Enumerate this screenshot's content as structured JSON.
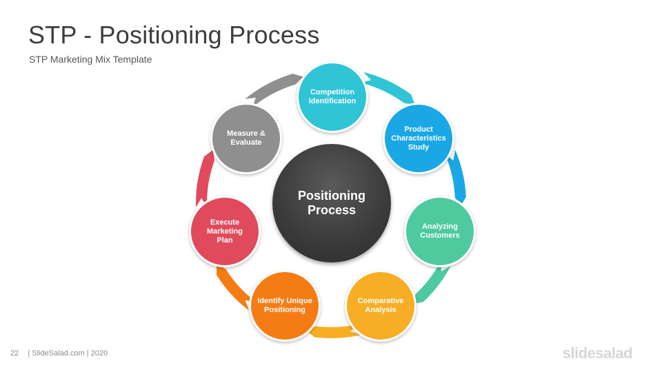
{
  "title": "STP - Positioning Process",
  "subtitle": "STP Marketing Mix Template",
  "footer": {
    "page": "22",
    "text": "| SlideSalad.com | 2020"
  },
  "brand": "slidesalad",
  "center": {
    "label": "Positioning\nProcess",
    "color": "#3a3a3a"
  },
  "steps": [
    {
      "label": "Competition\nIdentification",
      "color": "#2fc4d6"
    },
    {
      "label": "Product\nCharacteristics\nStudy",
      "color": "#1aa7e6"
    },
    {
      "label": "Analyzing\nCustomers",
      "color": "#4fc99e"
    },
    {
      "label": "Comparative\nAnalysis",
      "color": "#f7ae24"
    },
    {
      "label": "Identify Unique\nPositioning",
      "color": "#f57c14"
    },
    {
      "label": "Execute\nMarketing\nPlan",
      "color": "#e04a5c"
    },
    {
      "label": "Measure &\nEvaluate",
      "color": "#8f8f8f"
    }
  ]
}
